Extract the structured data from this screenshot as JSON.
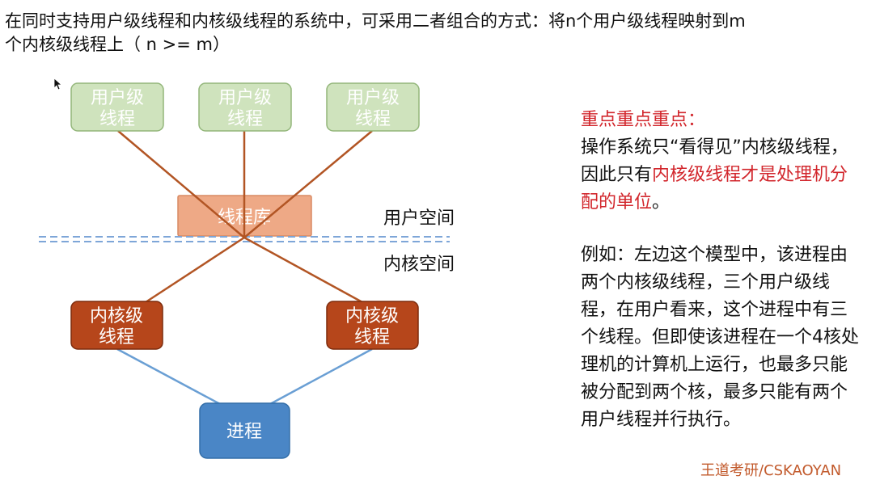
{
  "intro": {
    "line1": "在同时支持用户级线程和内核级线程的系统中，可采用二者组合的方式：将n个用户级线程映射到m",
    "line2": "个内核级线程上（ n >= m）"
  },
  "diagram": {
    "user_threads": [
      {
        "line1": "用户级",
        "line2": "线程"
      },
      {
        "line1": "用户级",
        "line2": "线程"
      },
      {
        "line1": "用户级",
        "line2": "线程"
      }
    ],
    "library": "线程库",
    "user_space": "用户空间",
    "kernel_space": "内核空间",
    "kernel_threads": [
      {
        "line1": "内核级",
        "line2": "线程"
      },
      {
        "line1": "内核级",
        "line2": "线程"
      }
    ],
    "process": "进程",
    "colors": {
      "user_fill": "#cfe3bd",
      "user_stroke": "#93b67a",
      "user_text": "#ffffff",
      "library_fill": "#eea986",
      "kernel_fill": "#b6461b",
      "kernel_stroke": "#7d2c0d",
      "process_fill": "#4a86c6",
      "process_stroke": "#336ea8",
      "orange_line": "#b25524",
      "blue_line": "#6a9fd4",
      "boundary": "#7ea6d8",
      "emphasis_red": "#d2262c"
    }
  },
  "notes": {
    "heading": "重点重点重点：",
    "para1_part1": "操作系统只“看得见”内核级线程，因此只有",
    "para1_highlight": "内核级线程才是处理机分配的单位",
    "para1_part2": "。",
    "para2": "例如：左边这个模型中，该进程由两个内核级线程，三个用户级线程，在用户看来，这个进程中有三个线程。但即使该进程在一个4核处理机的计算机上运行，也最多只能被分配到两个核，最多只能有两个用户线程并行执行。"
  },
  "footer": "王道考研/CSKAOYAN"
}
